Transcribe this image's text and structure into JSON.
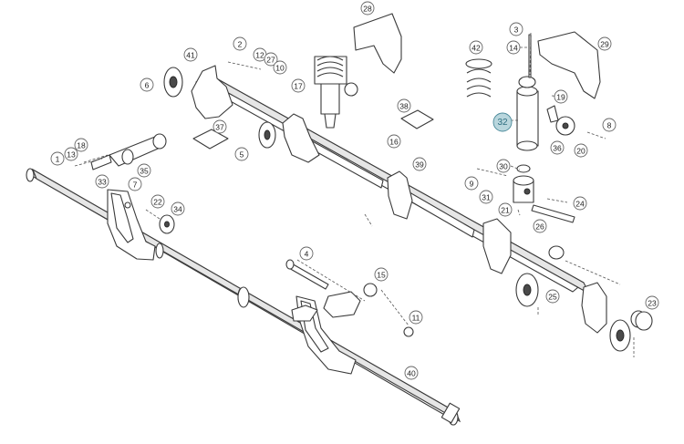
{
  "callouts": [
    {
      "id": "28",
      "highlight": false
    },
    {
      "id": "3",
      "highlight": false
    },
    {
      "id": "14",
      "highlight": false
    },
    {
      "id": "29",
      "highlight": false
    },
    {
      "id": "42",
      "highlight": false
    },
    {
      "id": "2",
      "highlight": false
    },
    {
      "id": "41",
      "highlight": false
    },
    {
      "id": "12",
      "highlight": false
    },
    {
      "id": "27",
      "highlight": false
    },
    {
      "id": "10",
      "highlight": false
    },
    {
      "id": "6",
      "highlight": false
    },
    {
      "id": "17",
      "highlight": false
    },
    {
      "id": "38",
      "highlight": false
    },
    {
      "id": "19",
      "highlight": false
    },
    {
      "id": "32",
      "highlight": true
    },
    {
      "id": "8",
      "highlight": false
    },
    {
      "id": "37",
      "highlight": false
    },
    {
      "id": "5",
      "highlight": false
    },
    {
      "id": "16",
      "highlight": false
    },
    {
      "id": "36",
      "highlight": false
    },
    {
      "id": "20",
      "highlight": false
    },
    {
      "id": "18",
      "highlight": false
    },
    {
      "id": "1",
      "highlight": false
    },
    {
      "id": "13",
      "highlight": false
    },
    {
      "id": "35",
      "highlight": false
    },
    {
      "id": "39",
      "highlight": false
    },
    {
      "id": "30",
      "highlight": false
    },
    {
      "id": "9",
      "highlight": false
    },
    {
      "id": "33",
      "highlight": false
    },
    {
      "id": "7",
      "highlight": false
    },
    {
      "id": "31",
      "highlight": false
    },
    {
      "id": "22",
      "highlight": false
    },
    {
      "id": "34",
      "highlight": false
    },
    {
      "id": "24",
      "highlight": false
    },
    {
      "id": "21",
      "highlight": false
    },
    {
      "id": "26",
      "highlight": false
    },
    {
      "id": "4",
      "highlight": false
    },
    {
      "id": "15",
      "highlight": false
    },
    {
      "id": "25",
      "highlight": false
    },
    {
      "id": "23",
      "highlight": false
    },
    {
      "id": "11",
      "highlight": false
    },
    {
      "id": "40",
      "highlight": false
    }
  ],
  "colors": {
    "line": "#3a3a3a",
    "callout_border": "#666666",
    "highlight_fill": "#b9d6dd",
    "highlight_text": "#2f6f80"
  }
}
